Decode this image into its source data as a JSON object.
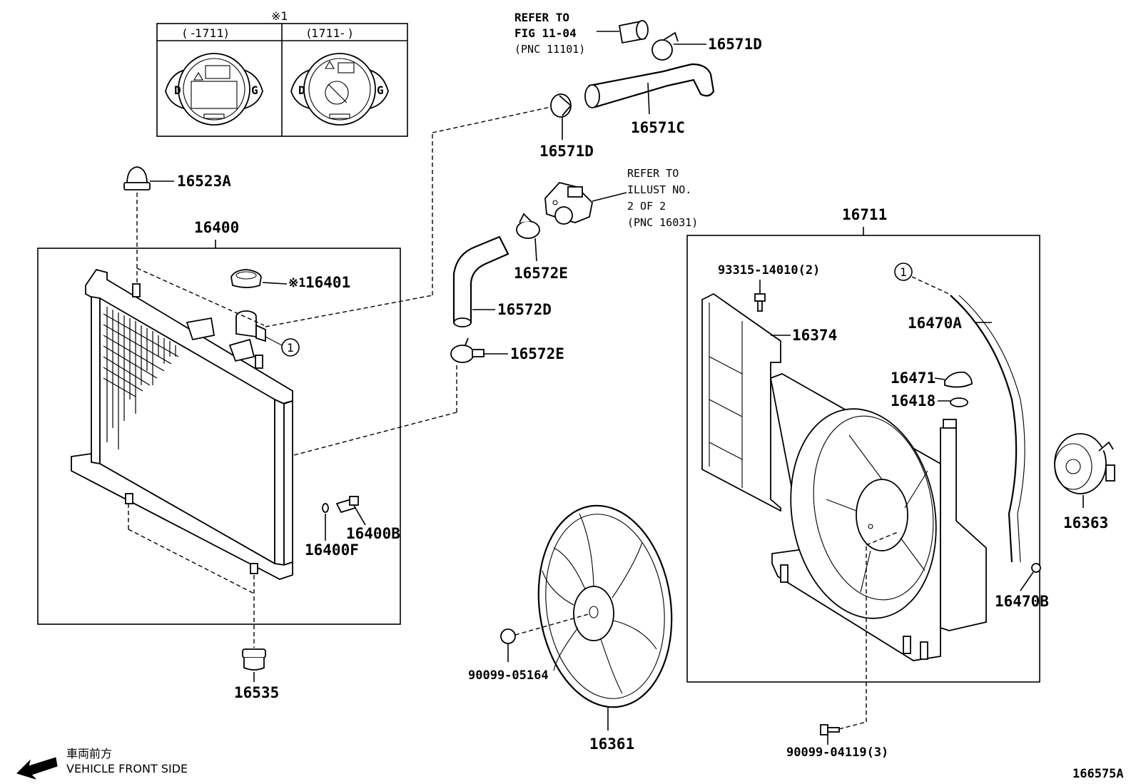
{
  "labels": {
    "p16523a": "16523A",
    "p16400": "16400",
    "p16401": "16401",
    "p16401_mark": "※1",
    "p16400f": "16400F",
    "p16400b": "16400B",
    "p16535": "16535",
    "p16571d_top": "16571D",
    "p16571c": "16571C",
    "p16571d_bottom": "16571D",
    "p16572e_top": "16572E",
    "p16572d": "16572D",
    "p16572e_bottom": "16572E",
    "p16711": "16711",
    "p93315": "93315-14010(2)",
    "p16374": "16374",
    "p16470a": "16470A",
    "p16471": "16471",
    "p16418": "16418",
    "p16363": "16363",
    "p16470b": "16470B",
    "p90099_05164": "90099-05164",
    "p16361": "16361",
    "p90099_04119": "90099-04119(3)",
    "figure_code": "166575A",
    "circle_1": "1"
  },
  "refer_fig": {
    "line1": "REFER TO",
    "line2": "FIG 11-04",
    "line3": "(PNC 11101)"
  },
  "refer_illust": {
    "line1": "REFER TO",
    "line2": "ILLUST NO.",
    "line3": "2 OF 2",
    "line4": "(PNC 16031)"
  },
  "inset": {
    "mark": "※1",
    "left_header": "(     -1711)",
    "right_header": "(1711-     )"
  },
  "front": {
    "japanese": "車両前方",
    "english": "VEHICLE FRONT SIDE"
  },
  "icons": [
    "radiator-cap",
    "front-arrow-icon",
    "cooling-fan",
    "fan-motor"
  ]
}
